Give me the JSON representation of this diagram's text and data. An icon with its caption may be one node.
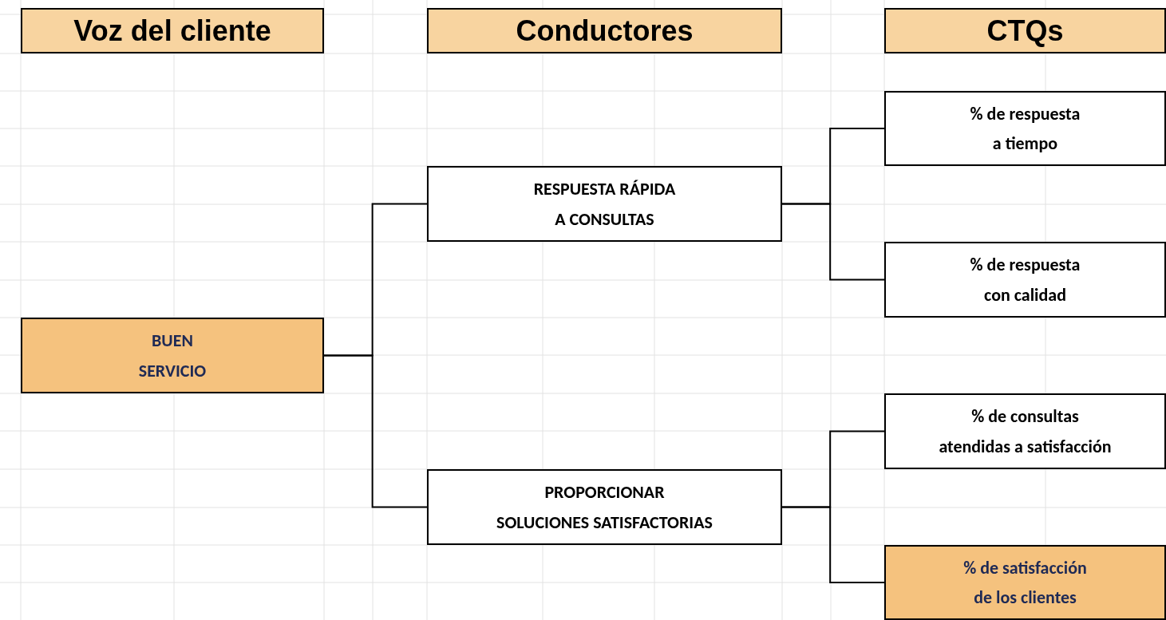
{
  "diagram": {
    "nodes": [
      {
        "text": [
          "Voz del cliente"
        ]
      },
      {
        "text": [
          "Conductores"
        ]
      },
      {
        "text": [
          "CTQs"
        ]
      },
      {
        "text": [
          "BUEN SERVICIO"
        ]
      },
      {
        "text": [
          "RESPUESTA RÁPIDA A CONSULTAS"
        ]
      },
      {
        "text": [
          "PROPORCIONAR SOLUCIONES SATISFACTORIAS"
        ]
      },
      {
        "text": [
          "% de respuesta a tiempo"
        ]
      },
      {
        "text": [
          "% de respuesta con calidad"
        ]
      },
      {
        "text": [
          "% de consultas atendidas a satisfacción"
        ]
      },
      {
        "text": [
          "% de satisfacción de los clientes"
        ]
      }
    ],
    "edges": [
      {
        "from": 3,
        "to": 4,
        "arrow": "none"
      },
      {
        "from": 3,
        "to": 5,
        "arrow": "none"
      },
      {
        "from": 4,
        "to": 6,
        "arrow": "none"
      },
      {
        "from": 4,
        "to": 7,
        "arrow": "none"
      },
      {
        "from": 5,
        "to": 8,
        "arrow": "none"
      },
      {
        "from": 5,
        "to": 9,
        "arrow": "none"
      }
    ]
  }
}
